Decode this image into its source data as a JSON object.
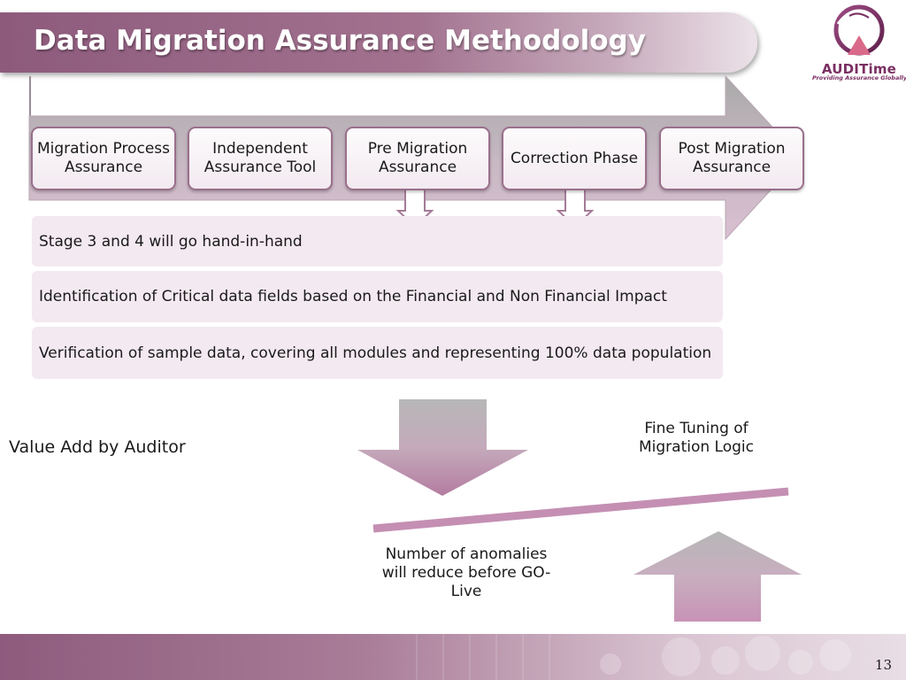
{
  "slide": {
    "title": "Data Migration Assurance Methodology",
    "page_number": "13"
  },
  "logo": {
    "name": "AUDITime",
    "tagline": "Providing Assurance Globally"
  },
  "stages": [
    {
      "label": "Migration Process Assurance"
    },
    {
      "label": "Independent Assurance Tool"
    },
    {
      "label": "Pre Migration Assurance"
    },
    {
      "label": "Correction Phase"
    },
    {
      "label": "Post Migration Assurance"
    }
  ],
  "details": [
    "Stage 3 and 4 will go hand-in-hand",
    "Identification of Critical data fields based on the Financial and Non Financial Impact",
    "Verification of sample data, covering all modules and representing 100% data population"
  ],
  "value_add_label": "Value Add by Auditor",
  "fine_tuning_label": "Fine Tuning of Migration Logic",
  "anomalies_label": "Number of anomalies will reduce before  GO-Live",
  "colors": {
    "accent": "#8d5a7c",
    "stage_border": "#9a6f8c",
    "row_fill": "#f3e9f0",
    "logo_accent": "#7a2f62"
  }
}
